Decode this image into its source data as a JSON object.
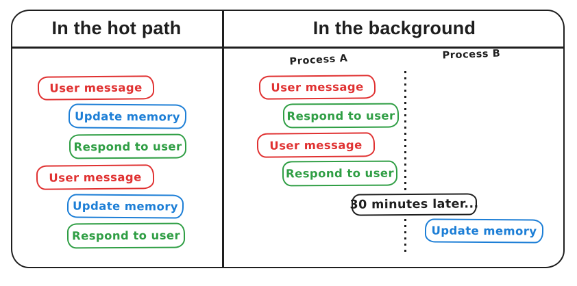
{
  "diagram": {
    "panels": {
      "left": {
        "title": "In the hot path",
        "boxes": [
          {
            "label": "User message",
            "type": "user-message"
          },
          {
            "label": "Update memory",
            "type": "update-memory"
          },
          {
            "label": "Respond to user",
            "type": "respond-to-user"
          },
          {
            "label": "User message",
            "type": "user-message"
          },
          {
            "label": "Update memory",
            "type": "update-memory"
          },
          {
            "label": "Respond to user",
            "type": "respond-to-user"
          }
        ]
      },
      "right": {
        "title": "In the background",
        "process_a": {
          "label": "Process A",
          "boxes": [
            {
              "label": "User message",
              "type": "user-message"
            },
            {
              "label": "Respond to user",
              "type": "respond-to-user"
            },
            {
              "label": "User message",
              "type": "user-message"
            },
            {
              "label": "Respond to user",
              "type": "respond-to-user"
            }
          ]
        },
        "process_b": {
          "label": "Process B",
          "boxes": [
            {
              "label": "Update memory",
              "type": "update-memory"
            }
          ]
        },
        "timer_note": "30 minutes later..."
      }
    }
  },
  "colors": {
    "ink": "#1e1e1e",
    "user_message": "#e03131",
    "update_memory": "#1c7ed6",
    "respond_to_user": "#2f9e44"
  }
}
